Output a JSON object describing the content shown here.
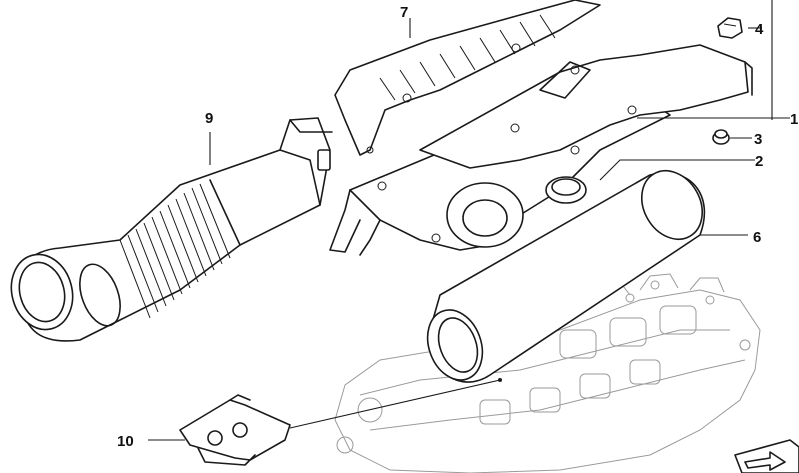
{
  "callouts": [
    {
      "id": "1",
      "label": "1"
    },
    {
      "id": "2",
      "label": "2"
    },
    {
      "id": "3",
      "label": "3"
    },
    {
      "id": "4",
      "label": "4"
    },
    {
      "id": "6",
      "label": "6"
    },
    {
      "id": "7",
      "label": "7"
    },
    {
      "id": "9",
      "label": "9"
    },
    {
      "id": "10",
      "label": "10"
    }
  ],
  "icons": {
    "navigation": "arrow-flag-icon"
  }
}
